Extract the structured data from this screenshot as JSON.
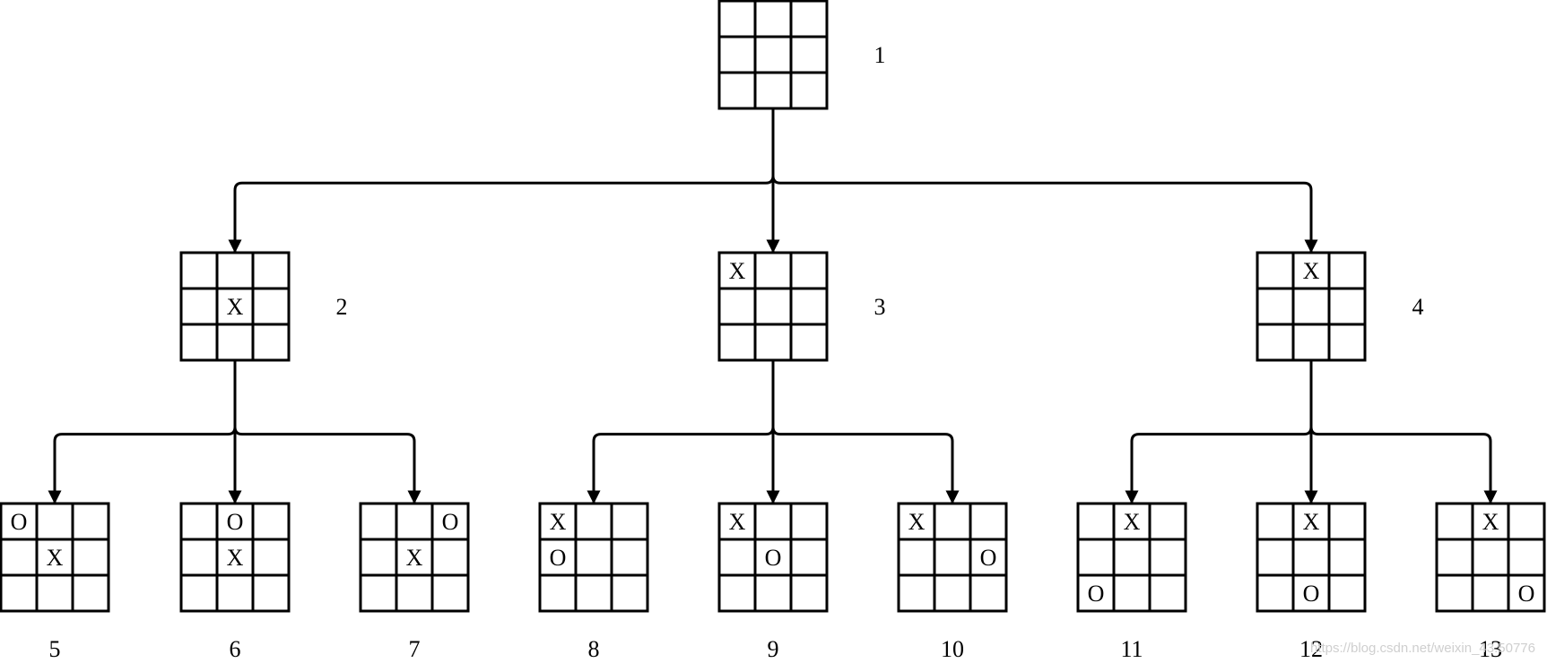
{
  "diagram": {
    "nodes": [
      {
        "id": "1",
        "label": "1",
        "board": [
          "",
          "",
          "",
          "",
          "",
          "",
          "",
          "",
          ""
        ]
      },
      {
        "id": "2",
        "label": "2",
        "board": [
          "",
          "",
          "",
          "",
          "X",
          "",
          "",
          "",
          ""
        ]
      },
      {
        "id": "3",
        "label": "3",
        "board": [
          "X",
          "",
          "",
          "",
          "",
          "",
          "",
          "",
          ""
        ]
      },
      {
        "id": "4",
        "label": "4",
        "board": [
          "",
          "X",
          "",
          "",
          "",
          "",
          "",
          "",
          ""
        ]
      },
      {
        "id": "5",
        "label": "5",
        "board": [
          "O",
          "",
          "",
          "",
          "X",
          "",
          "",
          "",
          ""
        ]
      },
      {
        "id": "6",
        "label": "6",
        "board": [
          "",
          "O",
          "",
          "",
          "X",
          "",
          "",
          "",
          ""
        ]
      },
      {
        "id": "7",
        "label": "7",
        "board": [
          "",
          "",
          "O",
          "",
          "X",
          "",
          "",
          "",
          ""
        ]
      },
      {
        "id": "8",
        "label": "8",
        "board": [
          "X",
          "",
          "",
          "O",
          "",
          "",
          "",
          "",
          ""
        ]
      },
      {
        "id": "9",
        "label": "9",
        "board": [
          "X",
          "",
          "",
          "",
          "O",
          "",
          "",
          "",
          ""
        ]
      },
      {
        "id": "10",
        "label": "10",
        "board": [
          "X",
          "",
          "",
          "",
          "",
          "O",
          "",
          "",
          ""
        ]
      },
      {
        "id": "11",
        "label": "11",
        "board": [
          "",
          "X",
          "",
          "",
          "",
          "",
          "O",
          "",
          ""
        ]
      },
      {
        "id": "12",
        "label": "12",
        "board": [
          "",
          "X",
          "",
          "",
          "",
          "",
          "",
          "O",
          ""
        ]
      },
      {
        "id": "13",
        "label": "13",
        "board": [
          "",
          "X",
          "",
          "",
          "",
          "",
          "",
          "",
          "O"
        ]
      }
    ],
    "edges": [
      [
        "1",
        "2"
      ],
      [
        "1",
        "3"
      ],
      [
        "1",
        "4"
      ],
      [
        "2",
        "5"
      ],
      [
        "2",
        "6"
      ],
      [
        "2",
        "7"
      ],
      [
        "3",
        "8"
      ],
      [
        "3",
        "9"
      ],
      [
        "3",
        "10"
      ],
      [
        "4",
        "11"
      ],
      [
        "4",
        "12"
      ],
      [
        "4",
        "13"
      ]
    ]
  },
  "watermark": "https://blog.csdn.net/weixin_43.50776"
}
